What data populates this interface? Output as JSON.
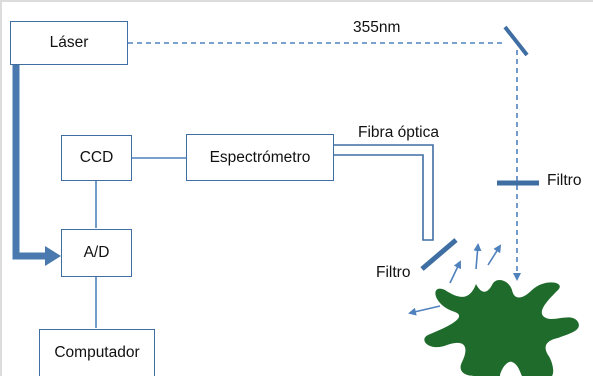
{
  "boxes": {
    "laser": "Láser",
    "ccd": "CCD",
    "spectrometer": "Espectrómetro",
    "ad": "A/D",
    "computer": "Computador"
  },
  "labels": {
    "wavelength": "355nm",
    "fiber": "Fibra óptica",
    "filter_right": "Filtro",
    "filter_left": "Filtro"
  },
  "colors": {
    "box_border": "#3f6ea3",
    "line": "#4f81bd",
    "thick_arrow": "#4a79b0",
    "sample": "#1f6b2c"
  }
}
